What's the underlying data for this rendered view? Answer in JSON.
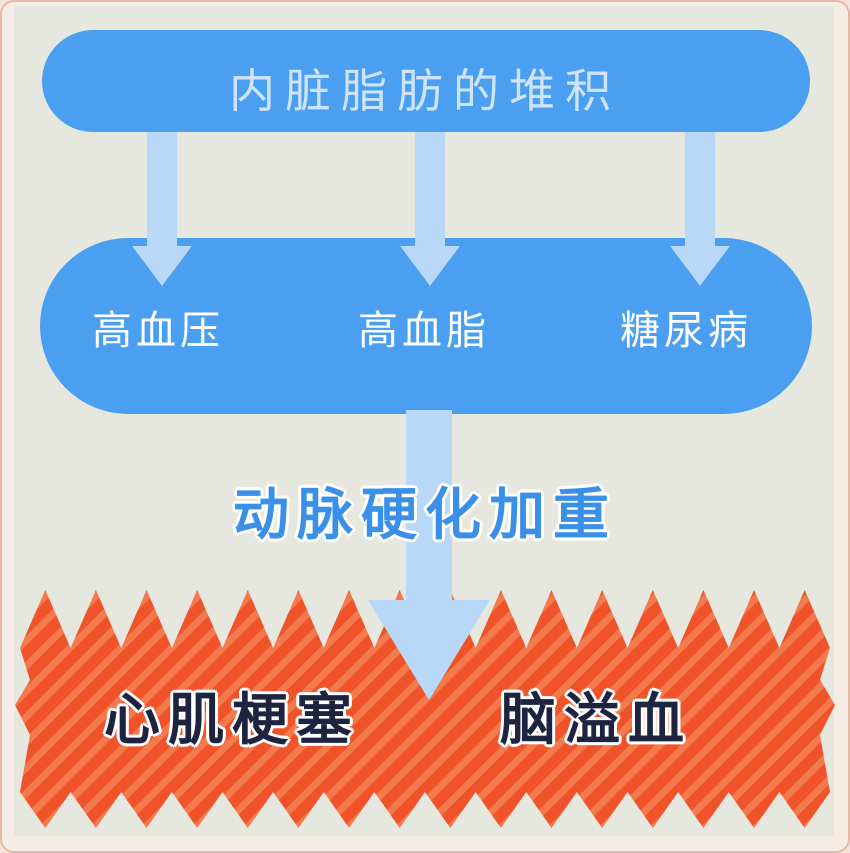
{
  "top": {
    "label": "内脏脂肪的堆积"
  },
  "diseases": [
    {
      "label": "高血压"
    },
    {
      "label": "高血脂"
    },
    {
      "label": "糖尿病"
    }
  ],
  "consequence": {
    "label": "动脉硬化加重"
  },
  "outcomes": [
    {
      "label": "心肌梗塞"
    },
    {
      "label": "脑溢血"
    }
  ],
  "colors": {
    "box_blue": "#4a9ff0",
    "arrow_blue": "#b9d8f7",
    "burst_red": "#f0522a",
    "text_dark": "#1e2340",
    "consequence_blue": "#3a8fe8"
  }
}
